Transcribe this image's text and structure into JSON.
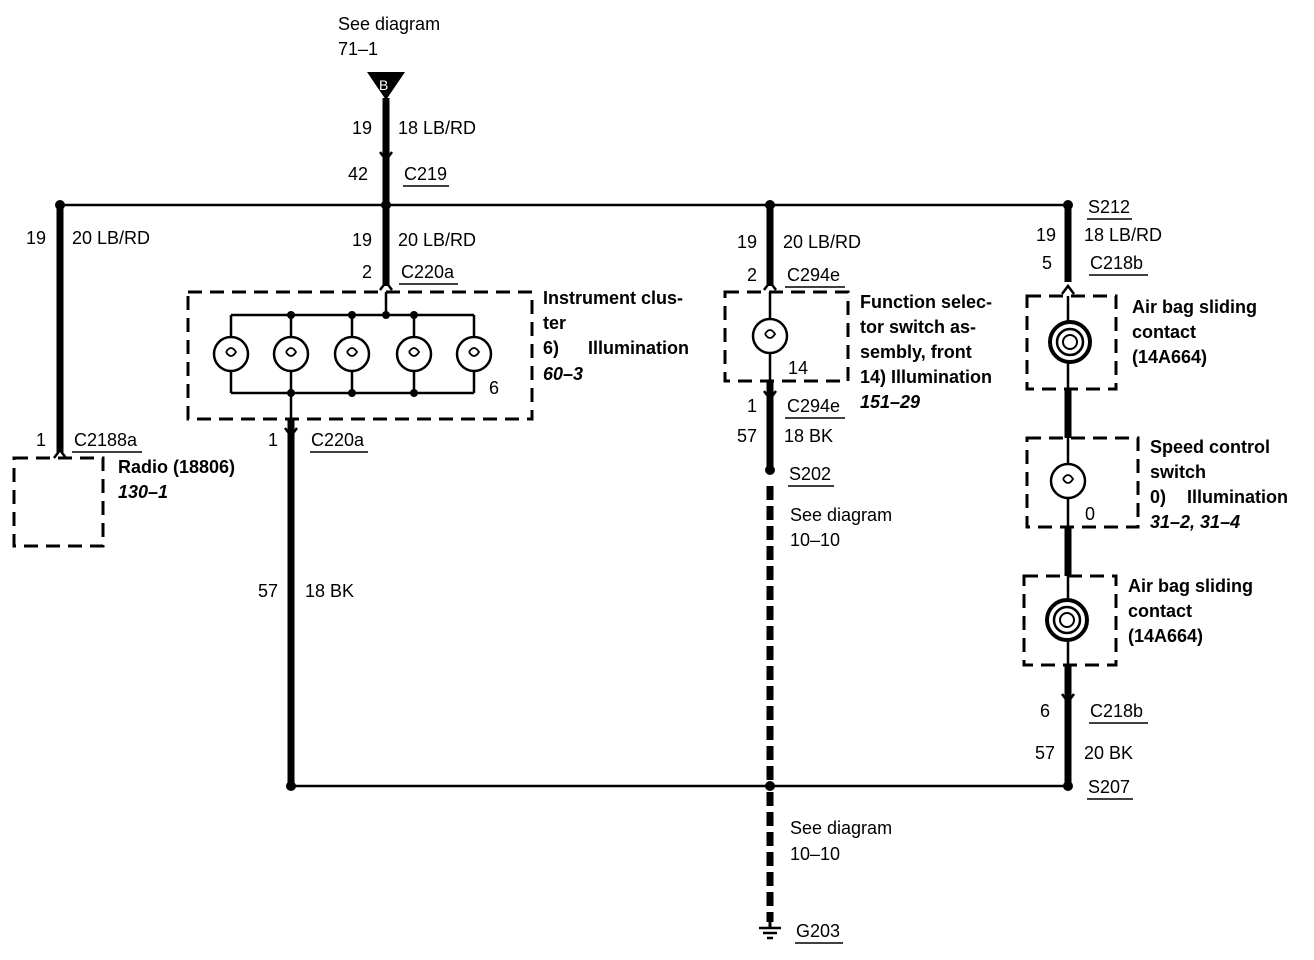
{
  "top": {
    "see_diagram": "See diagram",
    "ref": "71–1",
    "connector_letter": "B"
  },
  "feed": {
    "pin_19": "19",
    "wire_18lbrd": "18 LB/RD",
    "pin_42": "42",
    "c219": "C219"
  },
  "radio_branch": {
    "pin": "19",
    "wire": "20 LB/RD",
    "conn_pin": "1",
    "connector": "C2188a",
    "name": "Radio (18806)",
    "ref": "130–1"
  },
  "cluster_branch": {
    "pin_top": "19",
    "wire_top": "20 LB/RD",
    "conn_pin_top": "2",
    "connector_top": "C220a",
    "name_line1": "Instrument clus-",
    "name_line2": "ter",
    "func": "6)",
    "func_label": "Illumination",
    "ref": "60–3",
    "bulb_pin": "6",
    "conn_pin_bottom": "1",
    "connector_bottom": "C220a",
    "ground_pin": "57",
    "ground_wire": "18 BK"
  },
  "function_branch": {
    "pin_top": "19",
    "wire_top": "20 LB/RD",
    "conn_pin_top": "2",
    "connector_top": "C294e",
    "bulb_pin": "14",
    "name_line1": "Function selec-",
    "name_line2": "tor switch as-",
    "name_line3": "sembly, front",
    "func": "14) Illumination",
    "ref": "151–29",
    "conn_pin_bottom": "1",
    "connector_bottom": "C294e",
    "ground_pin": "57",
    "ground_wire": "18 BK",
    "splice": "S202",
    "see_diagram": "See diagram",
    "see_ref": "10–10"
  },
  "right_branch": {
    "splice_top": "S212",
    "pin_top": "19",
    "wire_top": "18 LB/RD",
    "conn_pin_top": "5",
    "connector_top": "C218b",
    "airbag1_line1": "Air bag sliding",
    "airbag1_line2": "contact",
    "airbag1_line3": "(14A664)",
    "speed_line1": "Speed control",
    "speed_line2": "switch",
    "speed_func": "0)",
    "speed_func_label": "Illumination",
    "speed_ref": "31–2, 31–4",
    "speed_bulb_pin": "0",
    "airbag2_line1": "Air bag sliding",
    "airbag2_line2": "contact",
    "airbag2_line3": "(14A664)",
    "conn_pin_bottom": "6",
    "connector_bottom": "C218b",
    "ground_pin": "57",
    "ground_wire": "20 BK",
    "splice_bottom": "S207"
  },
  "bottom": {
    "see_diagram": "See diagram",
    "see_ref": "10–10",
    "ground": "G203"
  }
}
